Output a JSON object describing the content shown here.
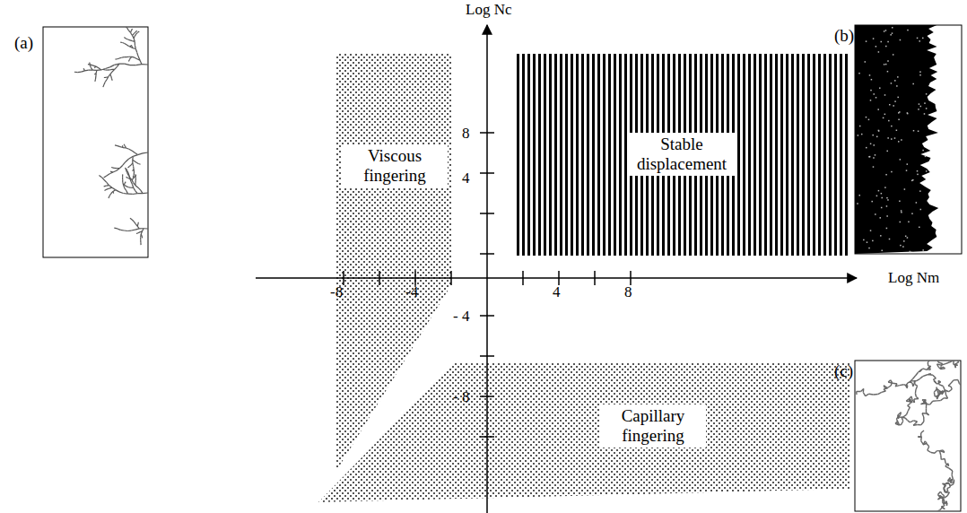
{
  "diagram": {
    "nodes": [
      {
        "text": [
          "Viscous fingering"
        ]
      },
      {
        "text": [
          "Stable displacement"
        ]
      },
      {
        "text": [
          "Capillary fingering"
        ]
      }
    ],
    "labels": [
      "(a)",
      "(b)",
      "(c)",
      "Log Nc",
      "Log Nm",
      "8",
      "4",
      "- 4",
      "- 8",
      "-8",
      "-4",
      "4",
      "8"
    ]
  }
}
